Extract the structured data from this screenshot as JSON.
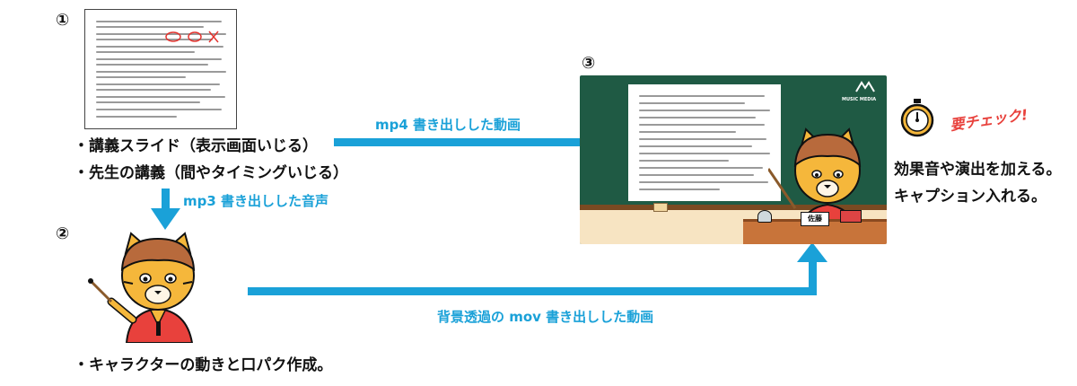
{
  "step1": {
    "number": "①",
    "bullets": [
      "・講義スライド（表示画面いじる）",
      "・先生の講義（間やタイミングいじる）"
    ]
  },
  "step2": {
    "number": "②",
    "bullets": [
      "・キャラクターの動きと口パク作成。"
    ]
  },
  "step3": {
    "number": "③",
    "nameplate": "佐藤",
    "logo": "MUSIC MEDIA"
  },
  "flows": {
    "mp4": "mp4 書き出しした動画",
    "mp3": "mp3 書き出しした音声",
    "mov": "背景透過の mov 書き出しした動画"
  },
  "result": {
    "lines": [
      "効果音や演出を加える。",
      "キャプション入れる。"
    ],
    "check_label": "要チェック!"
  },
  "colors": {
    "arrow": "#1aa1d8",
    "board": "#1f5a44",
    "wall": "#f7e4c2",
    "jacket": "#e8413c",
    "fur": "#f5b73b"
  }
}
